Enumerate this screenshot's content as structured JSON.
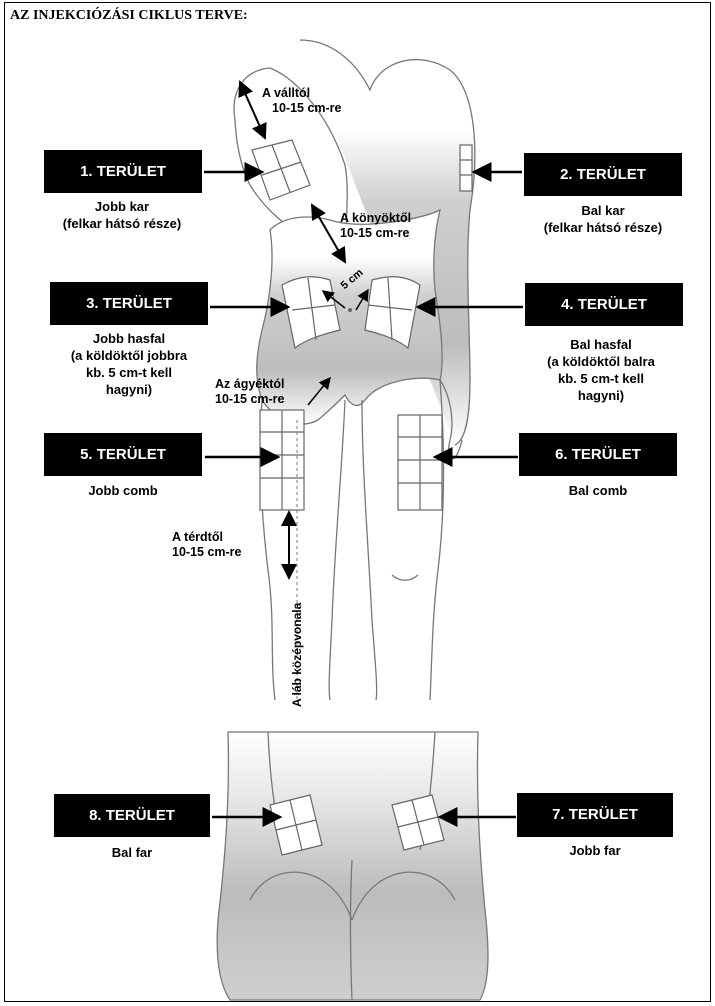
{
  "page_title": "AZ INJEKCIÓZÁSI CIKLUS TERVE:",
  "zones": [
    {
      "label": "1. TERÜLET",
      "line1": "Jobb kar",
      "line2": "(felkar hátsó része)",
      "line3": ""
    },
    {
      "label": "2. TERÜLET",
      "line1": "Bal kar",
      "line2": "(felkar hátsó része)",
      "line3": ""
    },
    {
      "label": "3. TERÜLET",
      "line1": "Jobb hasfal",
      "line2": "(a köldöktől jobbra",
      "line3": "kb. 5 cm-t kell",
      "line4": "hagyni)"
    },
    {
      "label": "4. TERÜLET",
      "line1": "Bal hasfal",
      "line2": "(a köldöktől balra",
      "line3": "kb. 5 cm-t kell",
      "line4": "hagyni)"
    },
    {
      "label": "5. TERÜLET",
      "line1": "Jobb comb"
    },
    {
      "label": "6. TERÜLET",
      "line1": "Bal comb"
    },
    {
      "label": "7. TERÜLET",
      "line1": "Jobb far"
    },
    {
      "label": "8. TERÜLET",
      "line1": "Bal far"
    }
  ],
  "notes": {
    "shoulder_1": "A válltól",
    "shoulder_2": "10-15 cm-re",
    "elbow_1": "A könyöktől",
    "elbow_2": "10-15 cm-re",
    "navel": "5 cm",
    "groin_1": "Az ágyéktól",
    "groin_2": "10-15 cm-re",
    "knee_1": "A térdtől",
    "knee_2": "10-15 cm-re",
    "leg_midline": "A láb középvonala"
  }
}
